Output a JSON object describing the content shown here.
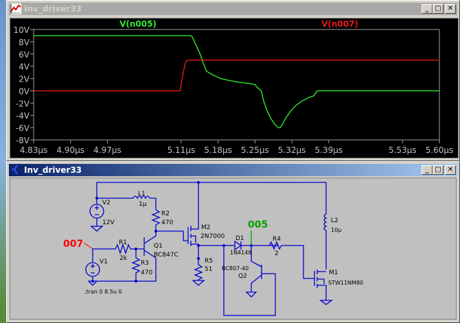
{
  "plot_window": {
    "title": "Inv_driver33",
    "icon": "waveform-icon",
    "buttons": {
      "minimize": "_",
      "maximize": "□",
      "close": "✕"
    }
  },
  "schematic_window": {
    "title": "Inv_driver33",
    "icon": "schematic-icon",
    "buttons": {
      "minimize": "_",
      "maximize": "□",
      "close": "✕"
    }
  },
  "colors": {
    "trace_n005": "#33e633",
    "trace_n007": "#e61919",
    "grid": "#a0a0a0",
    "axis_text": "#c0c0c0",
    "wire": "#0000cc",
    "schematic_bg": "#c0c0c0"
  },
  "chart_data": {
    "type": "line",
    "title": "",
    "xlabel": "",
    "ylabel": "",
    "xlim": [
      4.83,
      5.6
    ],
    "ylim": [
      -8,
      10
    ],
    "x_unit": "µs",
    "y_unit": "V",
    "grid": false,
    "y_ticks": [
      "10V",
      "8V",
      "6V",
      "4V",
      "2V",
      "0V",
      "-2V",
      "-4V",
      "-6V",
      "-8V"
    ],
    "y_tick_values": [
      10,
      8,
      6,
      4,
      2,
      0,
      -2,
      -4,
      -6,
      -8
    ],
    "x_ticks": [
      "4.83µs",
      "4.90µs",
      "4.97µs",
      "5.11µs",
      "5.18µs",
      "5.25µs",
      "5.32µs",
      "5.39µs",
      "5.53µs",
      "5.60µs"
    ],
    "x_tick_values": [
      4.83,
      4.9,
      4.97,
      5.11,
      5.18,
      5.25,
      5.32,
      5.39,
      5.53,
      5.6
    ],
    "series": [
      {
        "name": "V(n005)",
        "legend_position": "top-left",
        "x": [
          4.83,
          5.128,
          5.131,
          5.138,
          5.146,
          5.152,
          5.158,
          5.17,
          5.185,
          5.2,
          5.22,
          5.24,
          5.25,
          5.254,
          5.258,
          5.262,
          5.266,
          5.272,
          5.28,
          5.288,
          5.294,
          5.298,
          5.302,
          5.308,
          5.316,
          5.326,
          5.34,
          5.352,
          5.362,
          5.365,
          5.368,
          5.378,
          5.6
        ],
        "values": [
          9.0,
          9.0,
          8.8,
          7.5,
          6.0,
          4.5,
          3.2,
          2.6,
          2.0,
          1.7,
          1.4,
          1.2,
          1.0,
          0.6,
          0.3,
          0.0,
          -1.5,
          -3.0,
          -4.5,
          -5.5,
          -6.0,
          -6.0,
          -5.5,
          -4.5,
          -3.5,
          -2.5,
          -1.6,
          -1.1,
          -0.8,
          -0.4,
          0.0,
          0.0,
          0.0
        ]
      },
      {
        "name": "V(n007)",
        "legend_position": "top-right",
        "x": [
          4.83,
          5.108,
          5.11,
          5.114,
          5.118,
          5.121,
          5.6
        ],
        "values": [
          0,
          0,
          1.2,
          3.0,
          4.6,
          5.0,
          5.0
        ]
      }
    ]
  },
  "schematic": {
    "net_labels": [
      {
        "text": "007",
        "color": "#ff0000"
      },
      {
        "text": "005",
        "color": "#00a000"
      }
    ],
    "components": [
      {
        "ref": "V2",
        "value": "12V"
      },
      {
        "ref": "L1",
        "value": "1µ"
      },
      {
        "ref": "R2",
        "value": "470"
      },
      {
        "ref": "M2",
        "value": "2N7000"
      },
      {
        "ref": "R1",
        "value": "2k"
      },
      {
        "ref": "Q1",
        "value": "BC847C"
      },
      {
        "ref": "V1",
        "value": ""
      },
      {
        "ref": "R3",
        "value": "470"
      },
      {
        "ref": "R5",
        "value": "51"
      },
      {
        "ref": "D1",
        "value": "1N4148"
      },
      {
        "ref": "R4",
        "value": "2"
      },
      {
        "ref": "Q2",
        "value": "BC807-40"
      },
      {
        "ref": "L2",
        "value": "10µ"
      },
      {
        "ref": "M1",
        "value": "STW11NM80"
      }
    ],
    "directive": ".tran 0 8.5u 0"
  }
}
